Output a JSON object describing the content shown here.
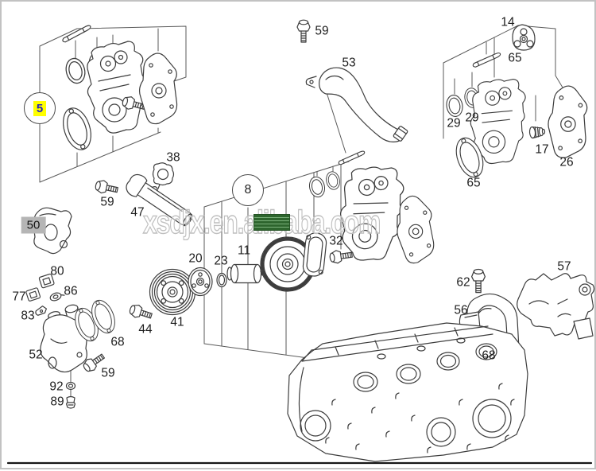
{
  "watermark": {
    "text": "xsdjx.en.alibaba.com",
    "stamp_color": "#2d652d"
  },
  "style": {
    "line_color": "#3d3d3d",
    "highlight_bg": "#ffff00",
    "highlight_text": "#2323c0",
    "box_bg": "#b5b5b5",
    "frame_border": "#c2c2c2"
  },
  "labels": {
    "n5": "5",
    "n8": "8",
    "n11": "11",
    "n14": "14",
    "n17": "17",
    "n20": "20",
    "n23": "23",
    "n26": "26",
    "n29a": "29",
    "n29b": "29",
    "n32": "32",
    "n38": "38",
    "n41": "41",
    "n44": "44",
    "n47": "47",
    "n50": "50",
    "n52": "52",
    "n53": "53",
    "n56": "56",
    "n57": "57",
    "n59a": "59",
    "n59b": "59",
    "n59c": "59",
    "n62": "62",
    "n65a": "65",
    "n65b": "65",
    "n68a": "68",
    "n68b": "68",
    "n77": "77",
    "n80": "80",
    "n83": "83",
    "n86": "86",
    "n89": "89",
    "n92": "92"
  }
}
